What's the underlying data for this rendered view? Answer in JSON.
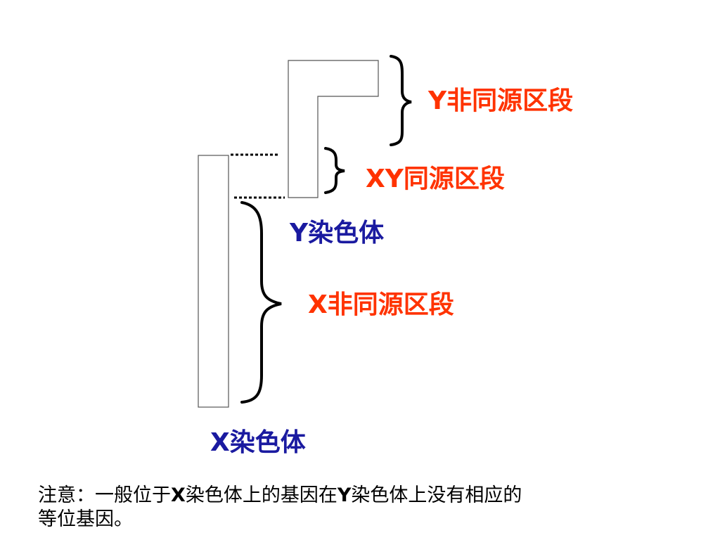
{
  "labels": {
    "y_non_homologous": "Y非同源区段",
    "xy_homologous": "XY同源区段",
    "y_chromosome": "Y染色体",
    "x_non_homologous": "X非同源区段",
    "x_chromosome": "X染色体"
  },
  "note": {
    "part1": "注意：一般位于",
    "x_letter": "X",
    "part2": "染色体上的基因在",
    "y_letter": "Y",
    "part3": "染色体上没有相应的",
    "line2": "等位基因。"
  },
  "colors": {
    "label_red": "#ff3300",
    "label_blue": "#1a1aa0",
    "stroke": "#000000"
  }
}
